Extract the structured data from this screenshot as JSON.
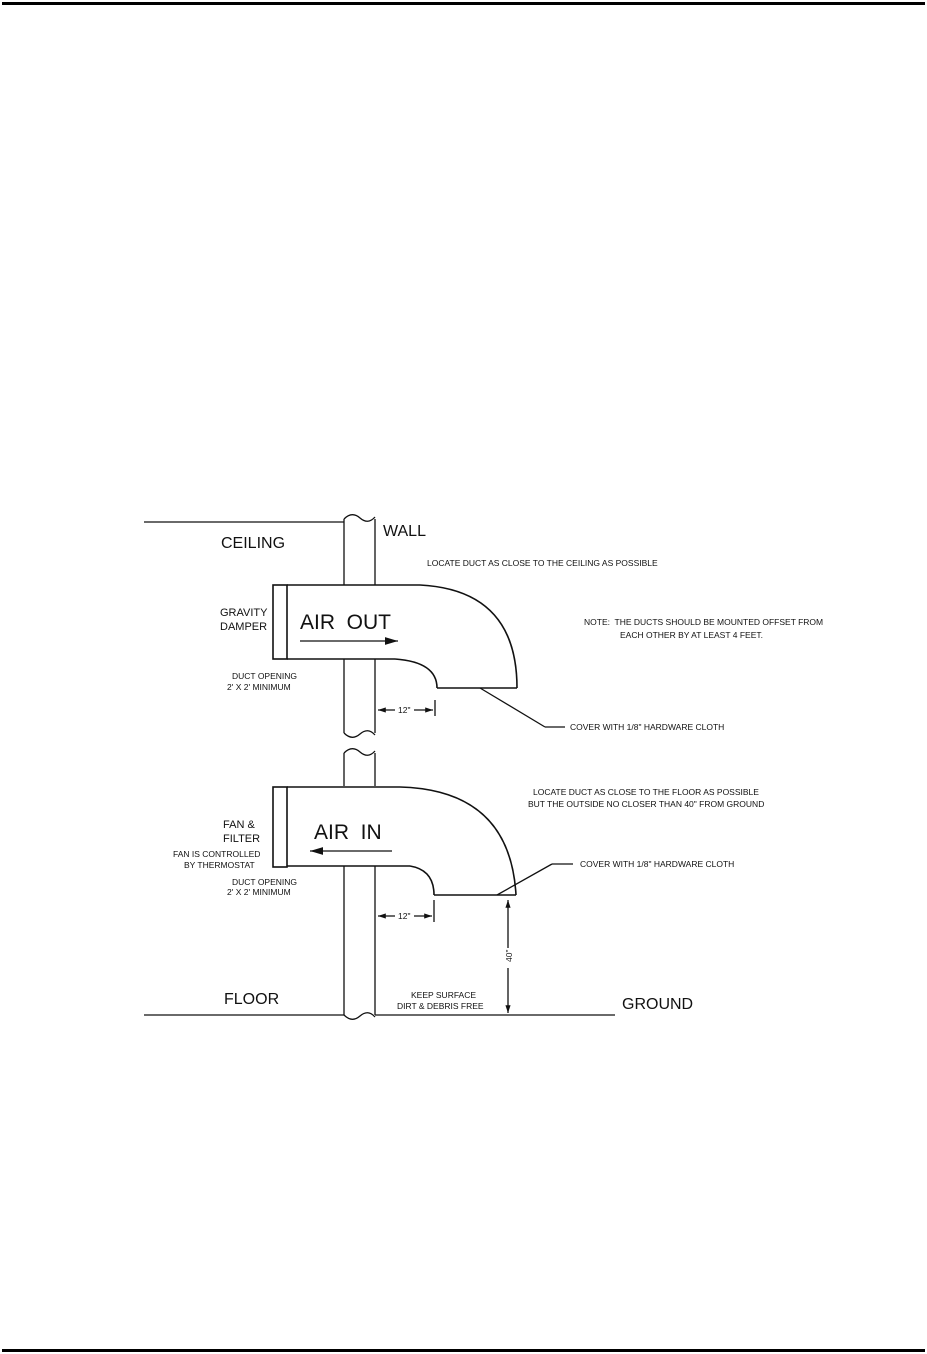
{
  "labels": {
    "ceiling": "CEILING",
    "wall": "WALL",
    "floor": "FLOOR",
    "ground": "GROUND",
    "air_out": "AIR  OUT",
    "air_in": "AIR  IN",
    "gravity_damper_1": "GRAVITY",
    "gravity_damper_2": "DAMPER",
    "fan_filter_1": "FAN &",
    "fan_filter_2": "FILTER",
    "fan_thermostat_1": "FAN IS CONTROLLED",
    "fan_thermostat_2": "BY THERMOSTAT",
    "duct_opening_top_1": "DUCT OPENING",
    "duct_opening_top_2": "2' X 2' MINIMUM",
    "duct_opening_bottom_1": "DUCT OPENING",
    "duct_opening_bottom_2": "2' X 2' MINIMUM",
    "locate_ceiling": "LOCATE DUCT AS CLOSE TO THE CEILING AS POSSIBLE",
    "note_1": "NOTE:  THE DUCTS SHOULD BE MOUNTED OFFSET FROM",
    "note_2": "EACH OTHER BY AT LEAST 4 FEET.",
    "cover_top": "COVER WITH 1/8\" HARDWARE CLOTH",
    "locate_floor_1": "LOCATE DUCT AS CLOSE TO THE FLOOR AS POSSIBLE",
    "locate_floor_2": "BUT THE OUTSIDE NO CLOSER THAN 40\" FROM GROUND",
    "cover_bottom": "COVER WITH 1/8\" HARDWARE CLOTH",
    "dim_12_top": "12\"",
    "dim_12_bottom": "12\"",
    "dim_40": "40\"",
    "keep_surface_1": "KEEP SURFACE",
    "keep_surface_2": "DIRT & DEBRIS FREE"
  }
}
